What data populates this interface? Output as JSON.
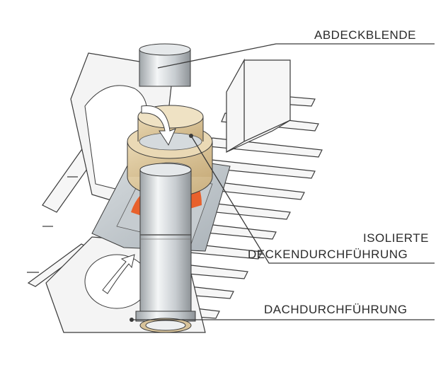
{
  "labels": {
    "cover_plate": "ABDECKBLENDE",
    "insulated_ceiling_1": "ISOLIERTE",
    "insulated_ceiling_2": "DECKENDURCHFÜHRUNG",
    "roof_passage": "DACHDURCHFÜHRUNG"
  },
  "colors": {
    "line": "#3a3a3a",
    "panel": "#f4f4f4",
    "steel": "#cfd3d6",
    "insulation": "#d8c39a",
    "flashing_orange": "#e8612c",
    "flashing_plate": "#bcc3c8"
  }
}
